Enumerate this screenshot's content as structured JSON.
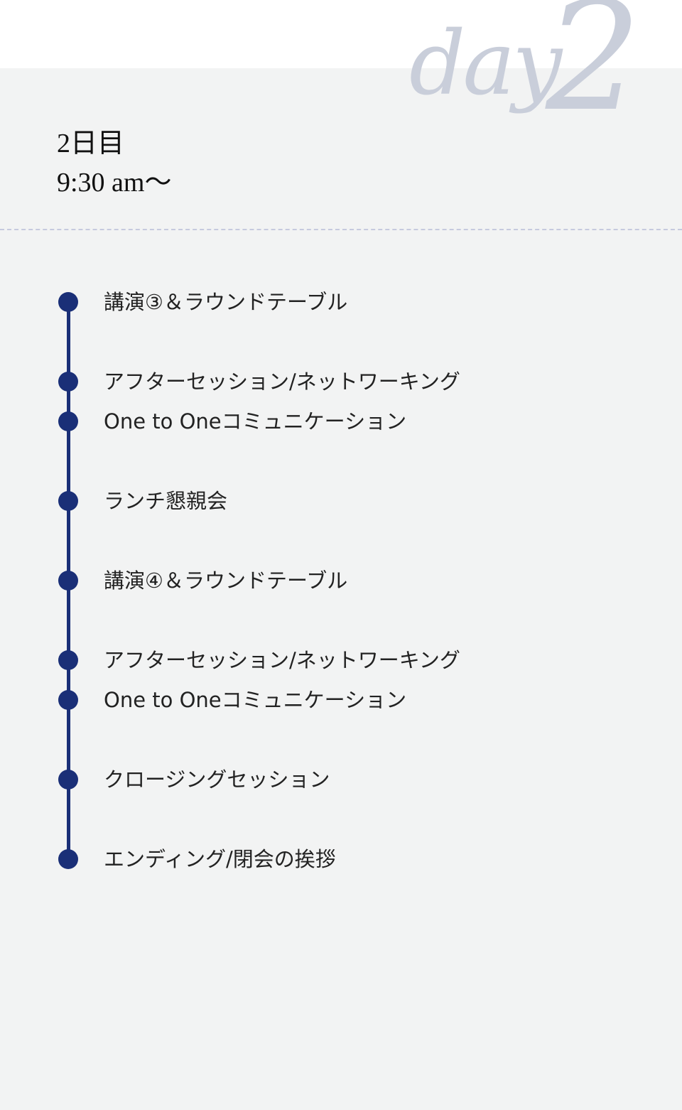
{
  "header": {
    "day_word": "day",
    "day_number": "2",
    "day_label": "2日目",
    "start_time": "9:30 am〜"
  },
  "schedule": [
    "講演③＆ラウンドテーブル",
    "アフターセッション/ネットワーキング",
    "One to Oneコミュニケーション",
    "ランチ懇親会",
    "講演④＆ラウンドテーブル",
    "アフターセッション/ネットワーキング",
    "One to Oneコミュニケーション",
    "クロージングセッション",
    "エンディング/閉会の挨拶"
  ],
  "colors": {
    "accent": "#1a2f77",
    "panel_background": "#f2f3f3",
    "watermark": "#c9ceda"
  }
}
